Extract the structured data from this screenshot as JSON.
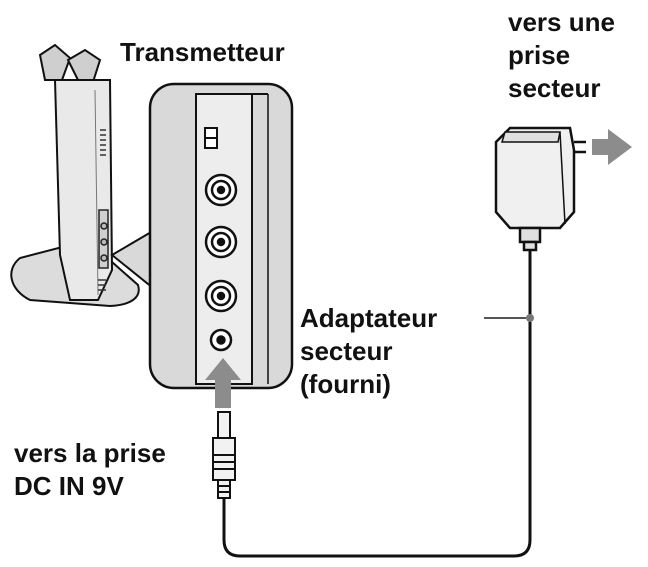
{
  "labels": {
    "transmitter": "Transmetteur",
    "outlet_line1": "vers une",
    "outlet_line2": "prise",
    "outlet_line3": "secteur",
    "adapter_line1": "Adaptateur",
    "adapter_line2": "secteur",
    "adapter_line3": "(fourni)",
    "dcin_line1": "vers la prise",
    "dcin_line2": "DC IN 9V"
  },
  "colors": {
    "line": "#111111",
    "gray_fill": "#d9d9d9",
    "arrow": "#8c8c8c"
  }
}
